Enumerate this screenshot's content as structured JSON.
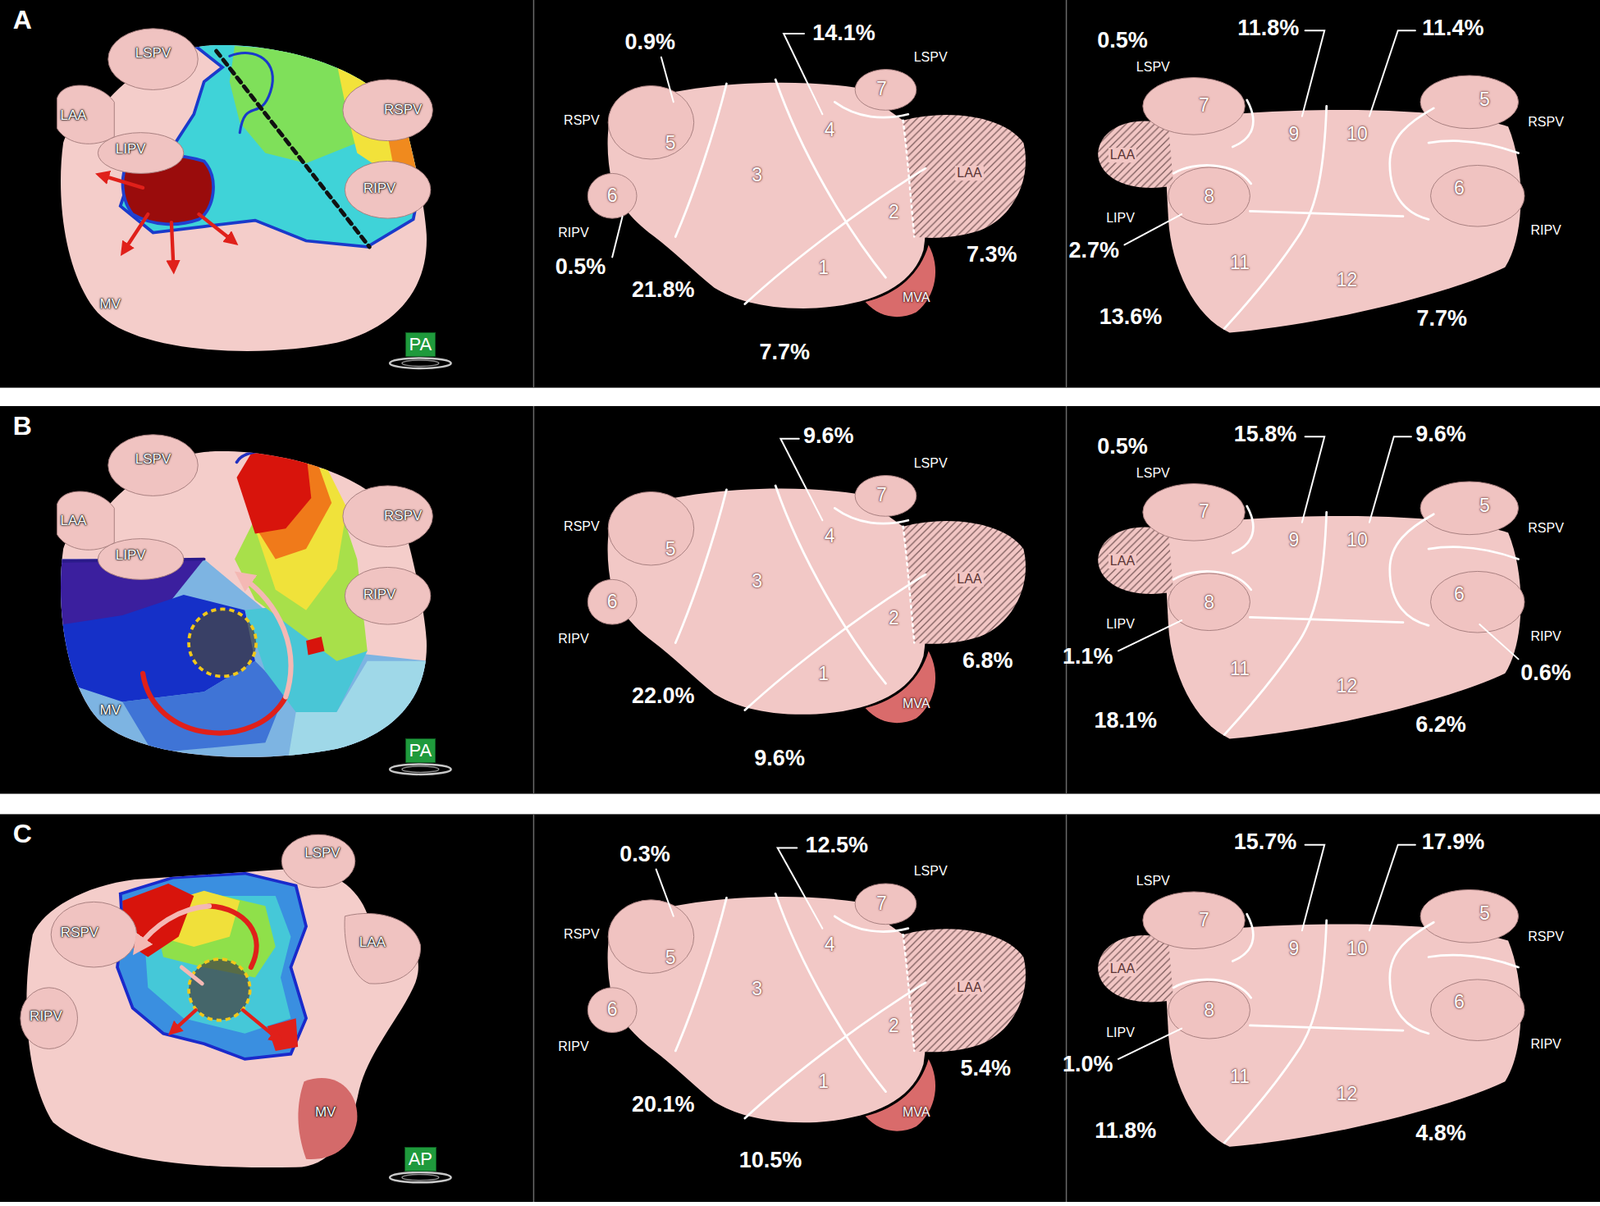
{
  "diagram": {
    "nodes": [
      {
        "text": [
          "PA"
        ]
      },
      {
        "text": [
          "PA"
        ]
      },
      {
        "text": [
          "AP"
        ]
      }
    ],
    "labels": [
      "A",
      "LSPV",
      "LAA",
      "LIPV",
      "RSPV",
      "RIPV",
      "MV",
      "0.9%",
      "14.1%",
      "LSPV",
      "RSPV",
      "5",
      "4",
      "7",
      "3",
      "LAA",
      "6",
      "RIPV",
      "2",
      "0.5%",
      "7.3%",
      "21.8%",
      "1",
      "MVA",
      "7.7%",
      "0.5%",
      "11.8%",
      "11.4%",
      "LSPV",
      "7",
      "9",
      "10",
      "5",
      "RSPV",
      "LAA",
      "8",
      "6",
      "LIPV",
      "RIPV",
      "2.7%",
      "11",
      "12",
      "13.6%",
      "7.7%",
      "B",
      "LSPV",
      "LAA",
      "LIPV",
      "RSPV",
      "RIPV",
      "MV",
      "9.6%",
      "LSPV",
      "RSPV",
      "5",
      "4",
      "7",
      "3",
      "LAA",
      "6",
      "RIPV",
      "2",
      "6.8%",
      "22.0%",
      "1",
      "MVA",
      "9.6%",
      "0.5%",
      "15.8%",
      "9.6%",
      "LSPV",
      "7",
      "9",
      "10",
      "5",
      "RSPV",
      "LAA",
      "8",
      "6",
      "LIPV",
      "RIPV",
      "1.1%",
      "0.6%",
      "11",
      "12",
      "18.1%",
      "6.2%",
      "C",
      "LSPV",
      "RSPV",
      "LAA",
      "RIPV",
      "MV",
      "0.3%",
      "12.5%",
      "LSPV",
      "RSPV",
      "5",
      "4",
      "7",
      "3",
      "LAA",
      "6",
      "RIPV",
      "2",
      "5.4%",
      "20.1%",
      "1",
      "MVA",
      "10.5%",
      "15.7%",
      "17.9%",
      "LSPV",
      "7",
      "9",
      "10",
      "5",
      "RSPV",
      "LAA",
      "8",
      "6",
      "LIPV",
      "RIPV",
      "1.0%",
      "11",
      "12",
      "11.8%",
      "4.8%"
    ]
  }
}
